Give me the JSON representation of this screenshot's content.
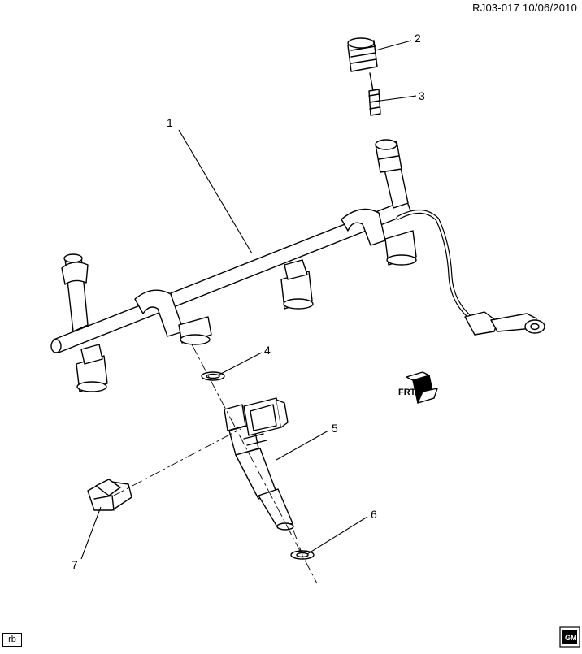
{
  "header": {
    "reference": "RJ03-017  10/06/2010"
  },
  "footer": {
    "corner_tag": "rb",
    "badge_text": "GM"
  },
  "callouts": [
    {
      "id": "1",
      "label": "1"
    },
    {
      "id": "2",
      "label": "2"
    },
    {
      "id": "3",
      "label": "3"
    },
    {
      "id": "4",
      "label": "4"
    },
    {
      "id": "5",
      "label": "5"
    },
    {
      "id": "6",
      "label": "6"
    },
    {
      "id": "7",
      "label": "7"
    }
  ],
  "front_indicator": {
    "label": "FRT"
  }
}
